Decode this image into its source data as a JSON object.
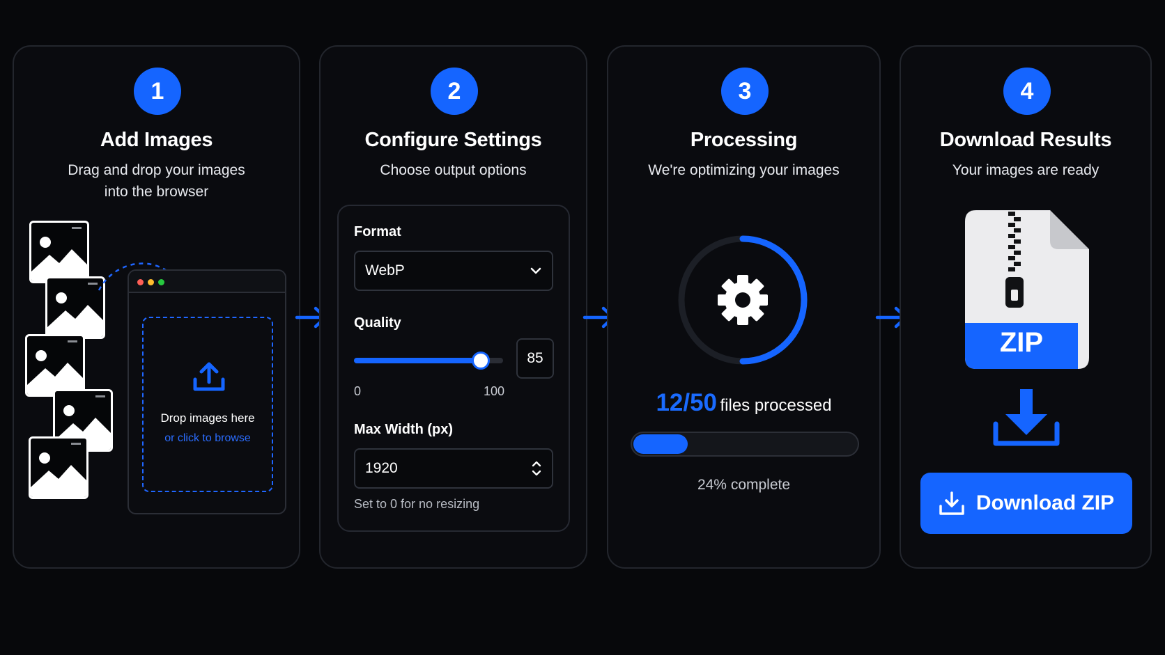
{
  "steps": [
    {
      "number": "1",
      "title": "Add Images",
      "subtitle_line1": "Drag and drop your images",
      "subtitle_line2": "into the browser",
      "drop_title": "Drop images here",
      "drop_link": "or click to browse"
    },
    {
      "number": "2",
      "title": "Configure Settings",
      "subtitle": "Choose output options",
      "format_label": "Format",
      "format_value": "WebP",
      "quality_label": "Quality",
      "quality_value": "85",
      "quality_fraction": 0.85,
      "quality_min": "0",
      "quality_max": "100",
      "max_width_label": "Max Width (px)",
      "max_width_value": "1920",
      "max_width_hint": "Set to 0 for no resizing"
    },
    {
      "number": "3",
      "title": "Processing",
      "subtitle": "We're optimizing your images",
      "count": "12/50",
      "count_suffix": "files processed",
      "progress_fraction": 0.24,
      "complete_text": "24% complete"
    },
    {
      "number": "4",
      "title": "Download Results",
      "subtitle": "Your images are ready",
      "zip_label": "ZIP",
      "button_label": "Download ZIP"
    }
  ],
  "icons": {
    "flow_arrow": "arrow-right-icon",
    "upload": "upload-icon",
    "gear": "gear-icon",
    "zip_file": "zip-file-icon",
    "download": "download-icon",
    "chevron": "chevron-down-icon",
    "stepper": "stepper-icon"
  },
  "colors": {
    "accent": "#1565ff",
    "background": "#07080b",
    "card_border": "#23262d"
  }
}
